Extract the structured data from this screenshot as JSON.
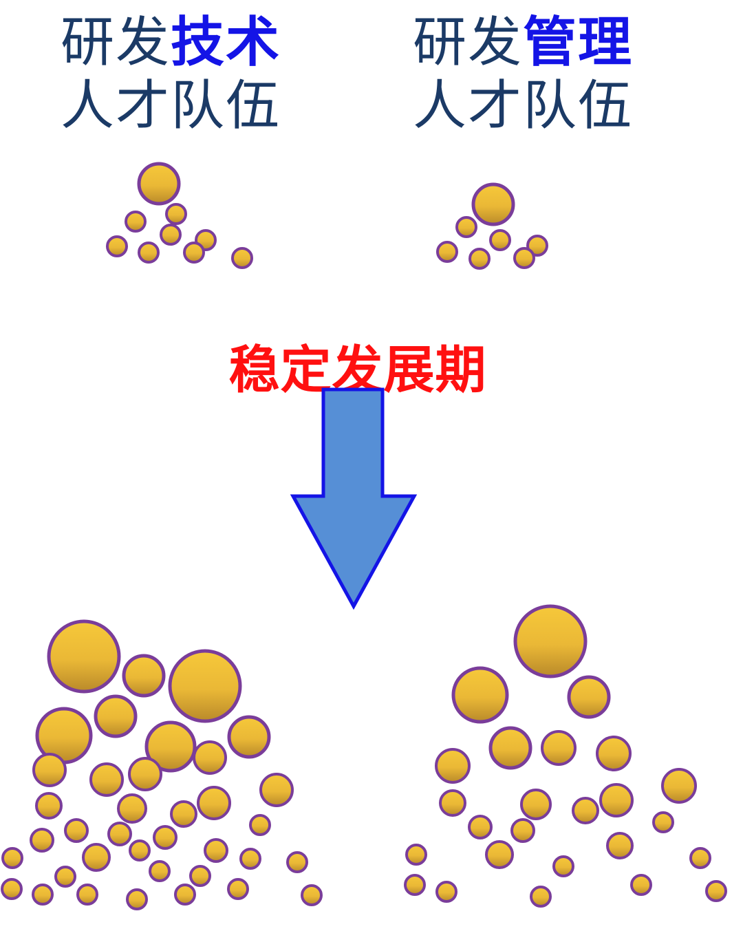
{
  "left_team": {
    "line1_prefix": "研发",
    "line1_highlight": "技术",
    "line2": "人才队伍"
  },
  "right_team": {
    "line1_prefix": "研发",
    "line1_highlight": "管理",
    "line2": "人才队伍"
  },
  "phase_label": "稳定发展期",
  "colors": {
    "heading_dark": "#1b3a66",
    "heading_highlight": "#1414e6",
    "phase_label": "#ff1010",
    "arrow_fill": "#568fd6",
    "arrow_stroke": "#1414e6",
    "circle_fill_top": "#f6c83a",
    "circle_fill_bottom": "#b98a2a",
    "circle_stroke": "#7a3d9a"
  },
  "icons": [
    "down-arrow",
    "person-circle"
  ]
}
